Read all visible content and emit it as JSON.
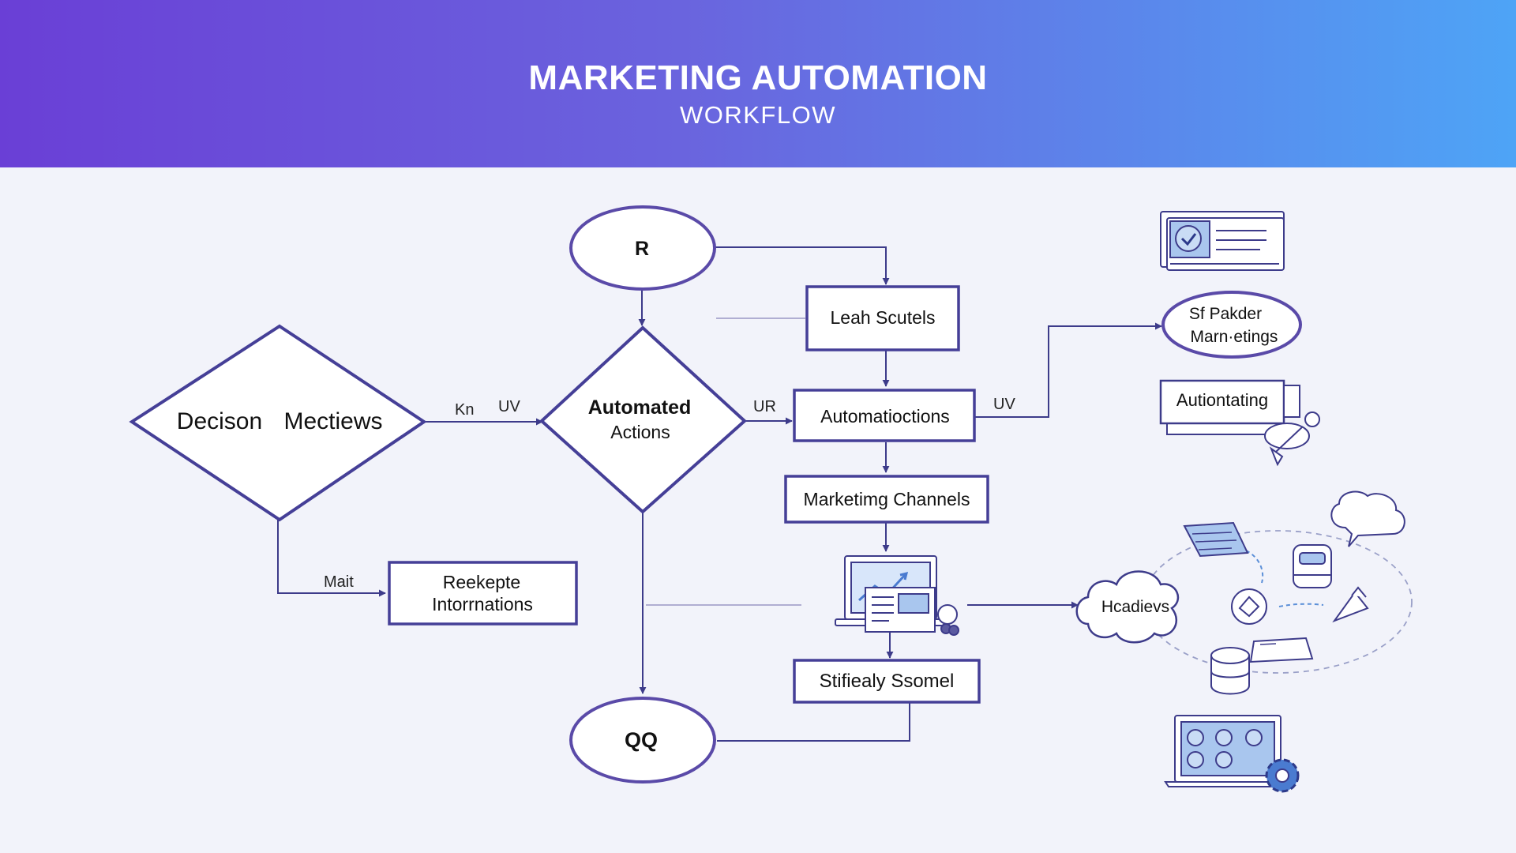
{
  "header": {
    "title": "MARKETING AUTOMATION",
    "subtitle": "WORKFLOW"
  },
  "colors": {
    "header_gradient_start": "#6a3fd6",
    "header_gradient_end": "#4ea4f6",
    "node_stroke": "#453f97",
    "ellipse_stroke": "#5a4aa8",
    "background": "#f2f3fa",
    "icon_fill": "#a9c6ee"
  },
  "nodes": {
    "start": "R",
    "decision_left": {
      "line1": "Decison",
      "line2": "Mectiews"
    },
    "decision_center": {
      "line1": "Automated",
      "line2": "Actions"
    },
    "lead_scores": "Leah Scutels",
    "automation_box": "Automatioctions",
    "marketing_channels": "Marketimg Channels",
    "reengage": {
      "line1": "Reekepte",
      "line2": "Intorrnations"
    },
    "final_box": "Stifiealy Ssomel",
    "end": "QQ",
    "right_ellipse": {
      "line1": "Sf Pakder",
      "line2": "Marn·etings"
    },
    "automating_box": "Autiontating",
    "cloud": "Hcadievs"
  },
  "edge_labels": {
    "kn": "Kn",
    "uv_left": "UV",
    "ur": "UR",
    "uv_right": "UV",
    "mait": "Mait"
  },
  "icons": [
    "dashboard-monitor-icon",
    "laptop-analytics-icon",
    "document-icon",
    "chat-bubble-icon",
    "printer-icon",
    "target-icon",
    "pen-icon",
    "device-icon",
    "database-icon",
    "settings-gear-icon"
  ]
}
